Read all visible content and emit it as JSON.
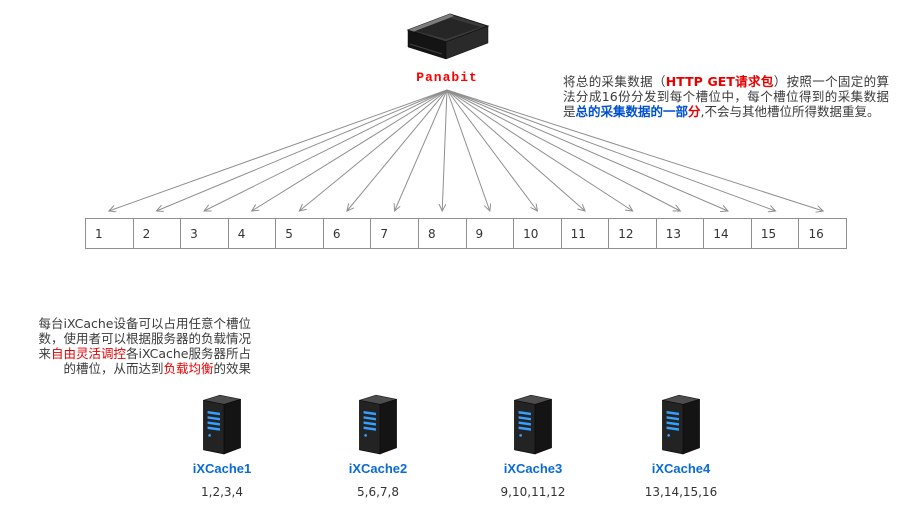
{
  "device": {
    "label": "Panabit"
  },
  "right_note": {
    "segments": [
      {
        "text": "将总的采集数据（",
        "style": "plain"
      },
      {
        "text": "HTTP GET请求包",
        "style": "red-bold"
      },
      {
        "text": "）按照一个固定的算法分成16份分发到每个槽位中，每个槽位得到的采集数据是",
        "style": "plain"
      },
      {
        "text": "总的采集数据的一部",
        "style": "blue-bold"
      },
      {
        "text": "分",
        "style": "red-bold"
      },
      {
        "text": ",不会与其他槽位所得数据重复。",
        "style": "plain"
      }
    ]
  },
  "left_note": {
    "segments": [
      {
        "text": "每台iXCache设备可以占用任意个槽位数，使用者可以根据服务器的负载情况来",
        "style": "plain"
      },
      {
        "text": "自由灵活调控",
        "style": "red"
      },
      {
        "text": "各iXCache服务器所占的槽位，从而达到",
        "style": "plain"
      },
      {
        "text": "负载均衡",
        "style": "red"
      },
      {
        "text": "的效果",
        "style": "plain"
      }
    ]
  },
  "slots": [
    "1",
    "2",
    "3",
    "4",
    "5",
    "6",
    "7",
    "8",
    "9",
    "10",
    "11",
    "12",
    "13",
    "14",
    "15",
    "16"
  ],
  "servers": [
    {
      "name": "iXCache1",
      "slots": "1,2,3,4"
    },
    {
      "name": "iXCache2",
      "slots": "5,6,7,8"
    },
    {
      "name": "iXCache3",
      "slots": "9,10,11,12"
    },
    {
      "name": "iXCache4",
      "slots": "13,14,15,16"
    }
  ],
  "colors": {
    "accent_red": "#e60000",
    "accent_blue": "#0050d0",
    "server_label_blue": "#0a6ad6",
    "arrow_gray": "#8f8f8f",
    "text_gray": "#3a3a3a"
  }
}
